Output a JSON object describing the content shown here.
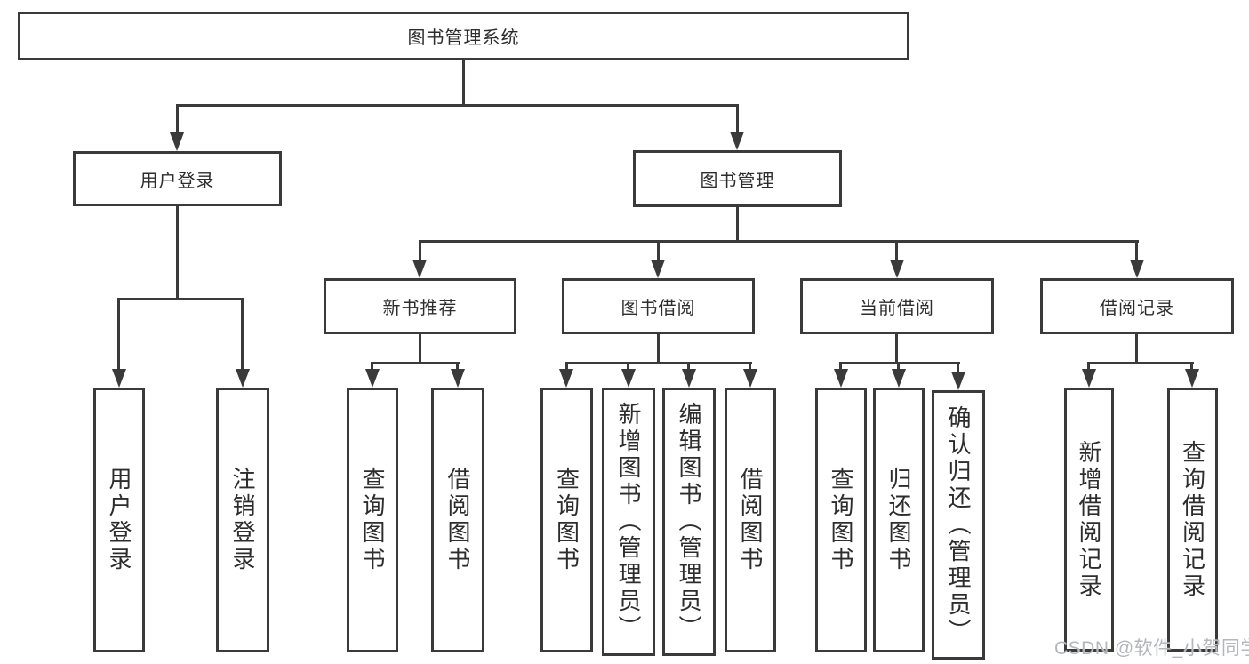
{
  "nodes": {
    "root": {
      "label": "图书管理系统"
    },
    "user_login": {
      "label": "用户登录"
    },
    "book_mgmt": {
      "label": "图书管理"
    },
    "new_book_rec": {
      "label": "新书推荐"
    },
    "book_borrow": {
      "label": "图书借阅"
    },
    "current_borrow": {
      "label": "当前借阅"
    },
    "borrow_record": {
      "label": "借阅记录"
    },
    "ul_user_login": {
      "label": "用户登录"
    },
    "ul_logout": {
      "label": "注销登录"
    },
    "nb_query": {
      "label": "查询图书"
    },
    "nb_borrow": {
      "label": "借阅图书"
    },
    "bb_query": {
      "label": "查询图书"
    },
    "bb_add": {
      "label": "新增图书（管理员）"
    },
    "bb_edit": {
      "label": "编辑图书（管理员）"
    },
    "bb_borrow": {
      "label": "借阅图书"
    },
    "cb_query": {
      "label": "查询图书"
    },
    "cb_return": {
      "label": "归还图书"
    },
    "cb_confirm": {
      "label": "确认归还（管理员）"
    },
    "br_add": {
      "label": "新增借阅记录"
    },
    "br_query": {
      "label": "查询借阅记录"
    }
  },
  "hierarchy": {
    "图书管理系统": [
      "用户登录",
      "图书管理"
    ],
    "用户登录": [
      "用户登录",
      "注销登录"
    ],
    "图书管理": [
      "新书推荐",
      "图书借阅",
      "当前借阅",
      "借阅记录"
    ],
    "新书推荐": [
      "查询图书",
      "借阅图书"
    ],
    "图书借阅": [
      "查询图书",
      "新增图书（管理员）",
      "编辑图书（管理员）",
      "借阅图书"
    ],
    "当前借阅": [
      "查询图书",
      "归还图书",
      "确认归还（管理员）"
    ],
    "借阅记录": [
      "新增借阅记录",
      "查询借阅记录"
    ]
  },
  "watermark": {
    "text": "CSDN @软件_小贺同学"
  },
  "colors": {
    "line": "#3a3a3a",
    "text": "#2d2d2d",
    "background": "#ffffff",
    "watermark": "#b3b7bd"
  }
}
